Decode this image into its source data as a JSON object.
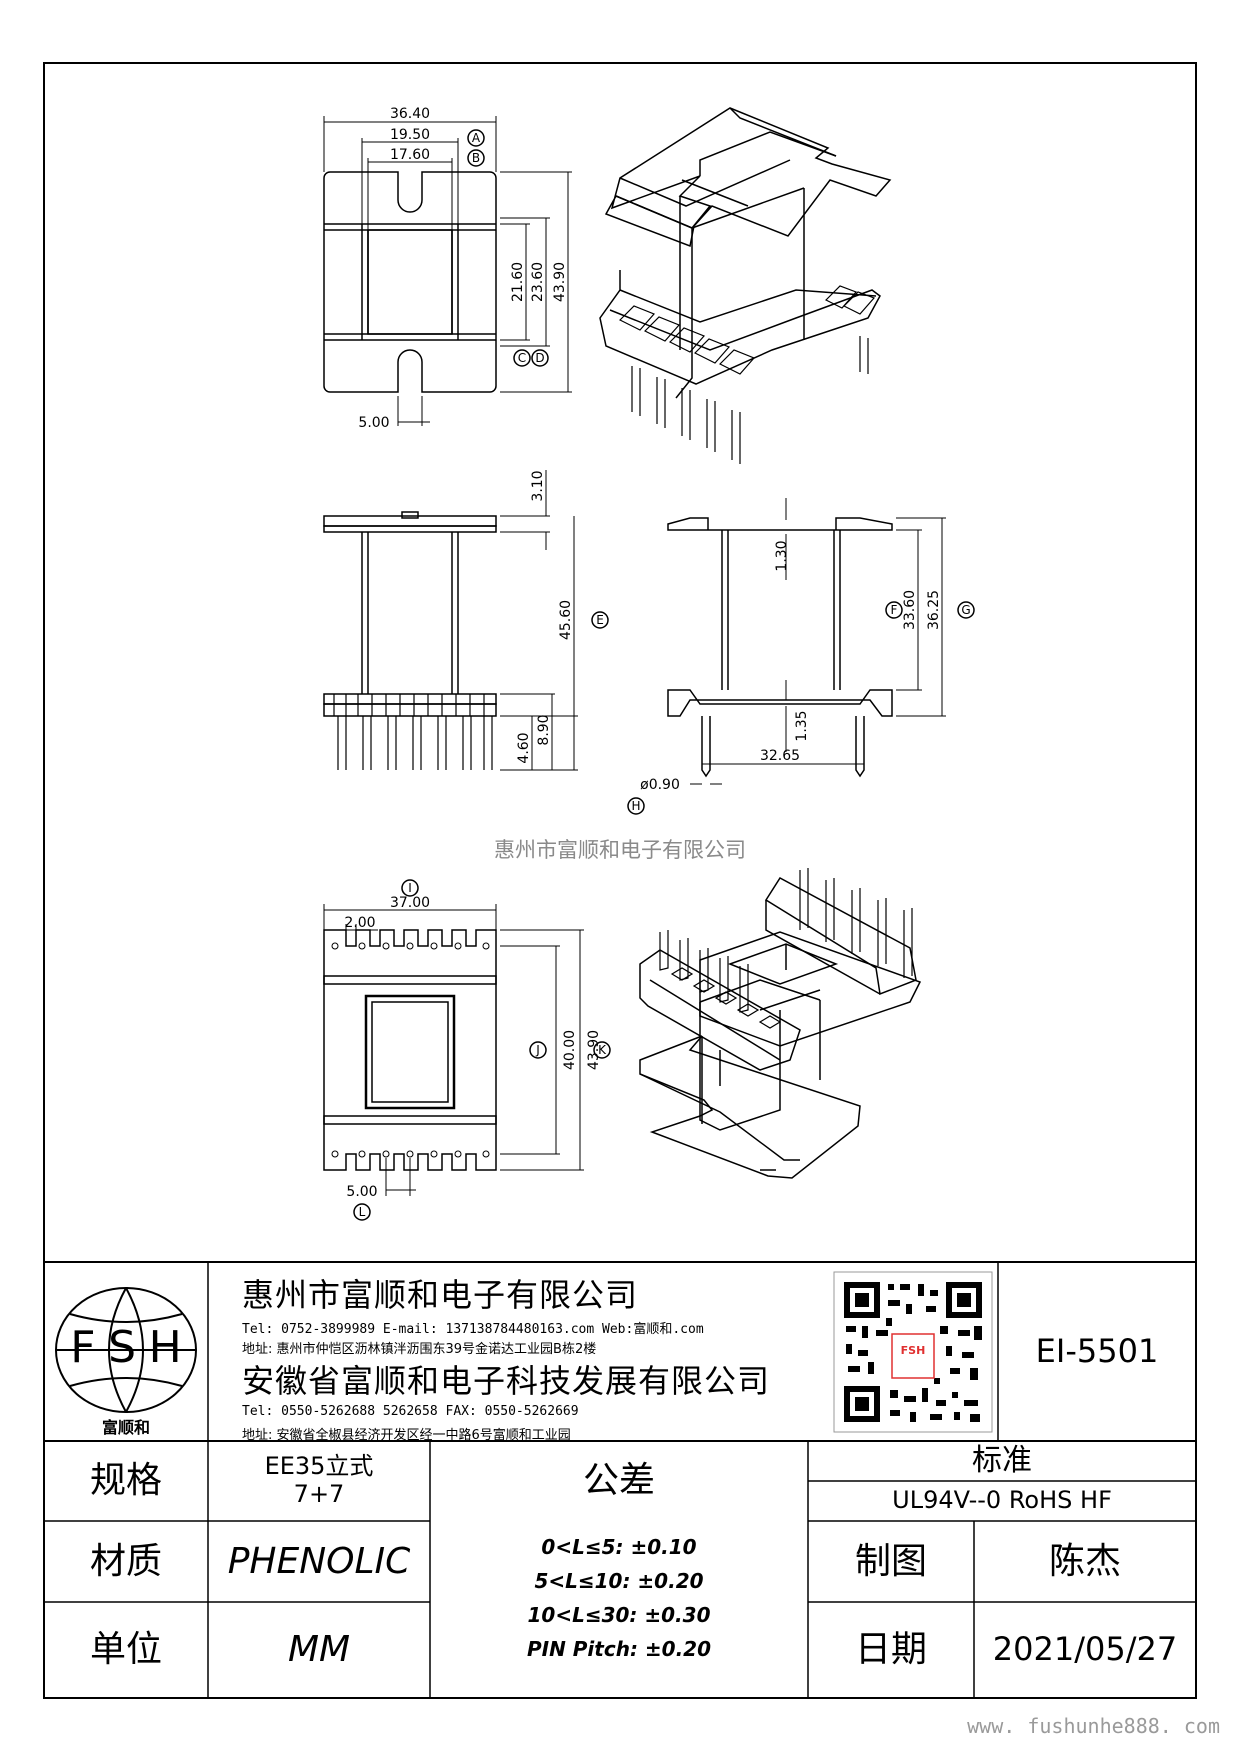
{
  "watermark_center": "惠州市富顺和电子有限公司",
  "watermark_bottom": "www. fushunhe888. com",
  "views": {
    "top": {
      "w_total": "36.40",
      "w_a": "19.50",
      "w_b": "17.60",
      "h_c": "21.60",
      "h_d": "23.60",
      "h_total": "43.90",
      "slot": "5.00"
    },
    "front": {
      "top_t": "3.10",
      "h_total": "45.60",
      "base": "8.90",
      "pin": "4.60"
    },
    "side": {
      "top_t": "1.30",
      "h_f": "33.60",
      "h_g": "36.25",
      "bot_t": "1.35",
      "w": "32.65",
      "pin_d": "ø0.90"
    },
    "bottom": {
      "w_total": "37.00",
      "pitch": "2.00",
      "h_j": "40.00",
      "h_k": "43.90",
      "slot": "5.00"
    },
    "callouts": [
      "A",
      "B",
      "C",
      "D",
      "E",
      "F",
      "G",
      "H",
      "I",
      "J",
      "K",
      "L"
    ]
  },
  "title_block": {
    "logo_letters": [
      "F",
      "S",
      "H"
    ],
    "logo_caption": "富顺和",
    "company1": "惠州市富顺和电子有限公司",
    "company1_contact": "Tel:  0752-3899989  E-mail: 137138784480163.com  Web:富顺和.com",
    "company1_address": "地址: 惠州市仲恺区沥林镇泮沥围东39号金诺达工业园B栋2楼",
    "company2": "安徽省富顺和电子科技发展有限公司",
    "company2_contact": "Tel:  0550-5262688  5262658      FAX: 0550-5262669",
    "company2_address": "地址: 安徽省全椒县经济开发区经一中路6号富顺和工业园",
    "qr_badge": "FSH",
    "part_no": "EI-5501",
    "spec_label": "规格",
    "spec_value_1": "EE35立式",
    "spec_value_2": "7+7",
    "tolerance_label": "公差",
    "standard_label": "标准",
    "standard_value": "UL94V--0  RoHS HF",
    "material_label": "材质",
    "material_value": "PHENOLIC",
    "tolerances": [
      "0<L≤5: ±0.10",
      "5<L≤10: ±0.20",
      "10<L≤30: ±0.30",
      "PIN Pitch: ±0.20"
    ],
    "drawn_label": "制图",
    "drawn_value": "陈杰",
    "unit_label": "单位",
    "unit_value": "MM",
    "date_label": "日期",
    "date_value": "2021/05/27"
  }
}
